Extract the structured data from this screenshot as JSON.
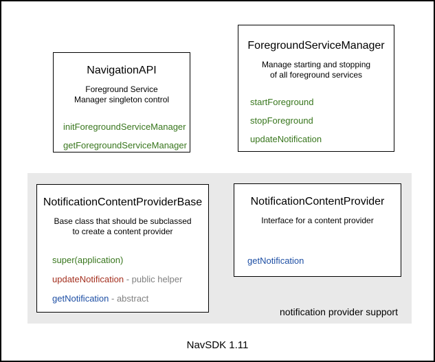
{
  "colors": {
    "green": "#38761d",
    "red": "#a4301f",
    "blue": "#1e4fa4",
    "gray": "#7f7f7f",
    "panel_bg": "#e9e9e9"
  },
  "boxes": {
    "navigation_api": {
      "title": "NavigationAPI",
      "desc": [
        "Foreground Service",
        "Manager singleton control"
      ],
      "methods": [
        {
          "name": "initForegroundServiceManager",
          "suffix": "",
          "color": "green"
        },
        {
          "name": "getForegroundServiceManager",
          "suffix": "",
          "color": "green"
        }
      ]
    },
    "foreground_service_manager": {
      "title": "ForegroundServiceManager",
      "desc": [
        "Manage starting and stopping",
        "of all foreground services"
      ],
      "methods": [
        {
          "name": "startForeground",
          "suffix": "",
          "color": "green"
        },
        {
          "name": "stopForeground",
          "suffix": "",
          "color": "green"
        },
        {
          "name": "updateNotification",
          "suffix": "",
          "color": "green"
        }
      ]
    },
    "notification_content_provider_base": {
      "title": "NotificationContentProviderBase",
      "desc": [
        "Base class that should be subclassed",
        "to create a content provider"
      ],
      "methods": [
        {
          "name": "super(application)",
          "suffix": "",
          "color": "green"
        },
        {
          "name": "updateNotification",
          "suffix": " - public helper",
          "color": "red"
        },
        {
          "name": "getNotification",
          "suffix": " - abstract",
          "color": "blue"
        }
      ]
    },
    "notification_content_provider": {
      "title": "NotificationContentProvider",
      "desc": [
        "Interface for a content provider"
      ],
      "methods": [
        {
          "name": "getNotification",
          "suffix": "",
          "color": "blue"
        }
      ]
    }
  },
  "panel": {
    "label": "notification provider support"
  },
  "footer": {
    "label": "NavSDK 1.11"
  }
}
